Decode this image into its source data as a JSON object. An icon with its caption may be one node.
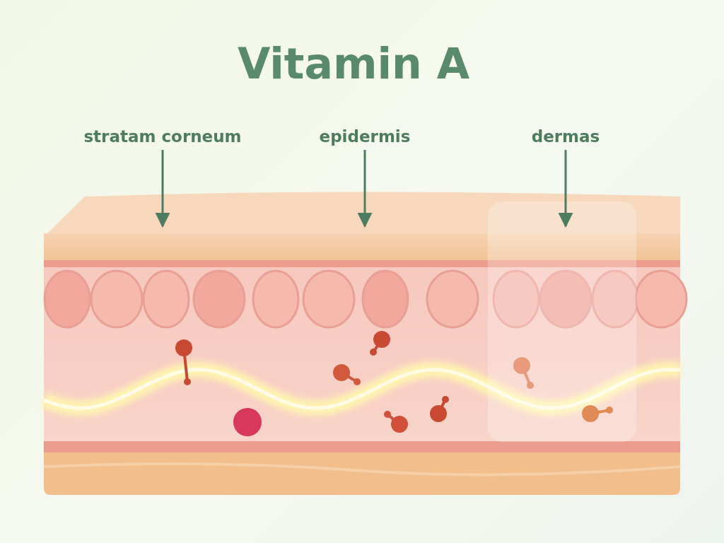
{
  "diagram": {
    "title": "Vitamin A",
    "nodes": [
      {
        "text": [
          "stratam corneum"
        ]
      },
      {
        "text": [
          "epidermis"
        ]
      },
      {
        "text": [
          "dermas"
        ]
      }
    ],
    "edges": [
      {
        "from": 0,
        "to": null,
        "arrow": "to"
      },
      {
        "from": 1,
        "to": null,
        "arrow": "to"
      },
      {
        "from": 2,
        "to": null,
        "arrow": "to"
      }
    ]
  }
}
